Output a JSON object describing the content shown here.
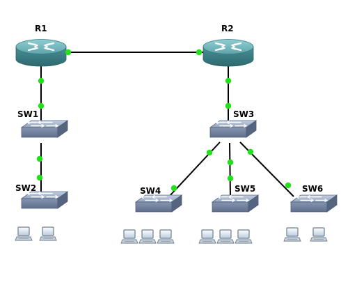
{
  "colors": {
    "background": "#ffffff",
    "link": "#000000",
    "link_status_up": "#22e01a",
    "router_top": "#6fb3b8",
    "router_side": "#3d7f86",
    "switch_top": "#9fb0c8",
    "switch_front": "#7c8ca8",
    "pc_screen": "#dfe8f2",
    "pc_frame": "#6f7c8c"
  },
  "routers": [
    {
      "id": "r1",
      "label": "R1",
      "icon": "router-icon"
    },
    {
      "id": "r2",
      "label": "R2",
      "icon": "router-icon"
    }
  ],
  "switches": [
    {
      "id": "sw1",
      "label": "SW1",
      "icon": "switch-icon"
    },
    {
      "id": "sw2",
      "label": "SW2",
      "icon": "switch-icon"
    },
    {
      "id": "sw3",
      "label": "SW3",
      "icon": "switch-icon"
    },
    {
      "id": "sw4",
      "label": "SW4",
      "icon": "switch-icon"
    },
    {
      "id": "sw5",
      "label": "SW5",
      "icon": "switch-icon"
    },
    {
      "id": "sw6",
      "label": "SW6",
      "icon": "switch-icon"
    }
  ],
  "hosts": [
    {
      "id": "pc1",
      "attached_to": "sw2",
      "icon": "pc-icon"
    },
    {
      "id": "pc2",
      "attached_to": "sw2",
      "icon": "pc-icon"
    },
    {
      "id": "pc3",
      "attached_to": "sw4",
      "icon": "pc-icon"
    },
    {
      "id": "pc4",
      "attached_to": "sw4",
      "icon": "pc-icon"
    },
    {
      "id": "pc5",
      "attached_to": "sw4",
      "icon": "pc-icon"
    },
    {
      "id": "pc6",
      "attached_to": "sw5",
      "icon": "pc-icon"
    },
    {
      "id": "pc7",
      "attached_to": "sw5",
      "icon": "pc-icon"
    },
    {
      "id": "pc8",
      "attached_to": "sw5",
      "icon": "pc-icon"
    },
    {
      "id": "pc9",
      "attached_to": "sw6",
      "icon": "pc-icon"
    },
    {
      "id": "pc10",
      "attached_to": "sw6",
      "icon": "pc-icon"
    }
  ],
  "links": [
    {
      "from": "r1",
      "to": "r2",
      "status": "up"
    },
    {
      "from": "r1",
      "to": "sw1",
      "status": "up"
    },
    {
      "from": "sw1",
      "to": "sw2",
      "status": "up"
    },
    {
      "from": "r2",
      "to": "sw3",
      "status": "up"
    },
    {
      "from": "sw3",
      "to": "sw4",
      "status": "up"
    },
    {
      "from": "sw3",
      "to": "sw5",
      "status": "up"
    },
    {
      "from": "sw3",
      "to": "sw6",
      "status": "up"
    }
  ]
}
